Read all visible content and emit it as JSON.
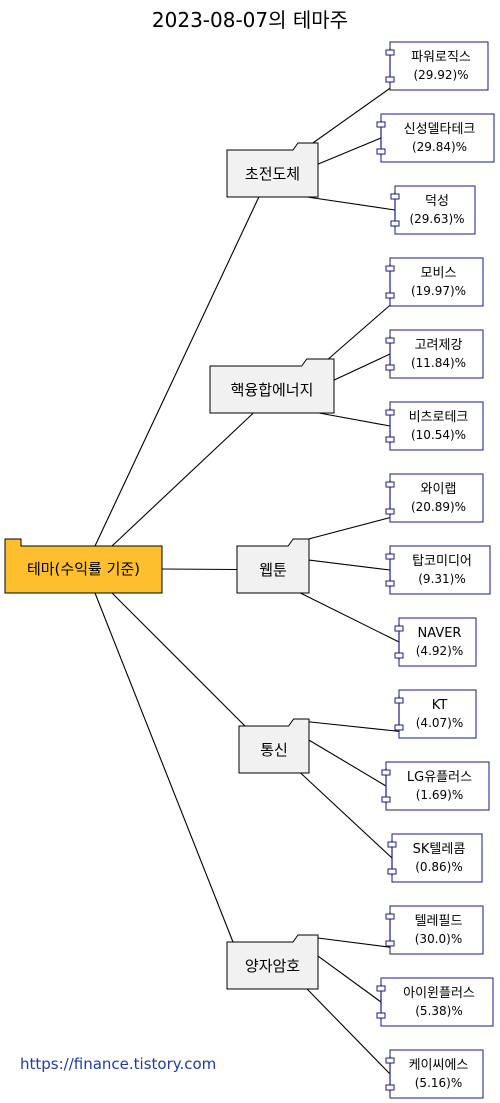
{
  "title": "2023-08-07의 테마주",
  "root": {
    "label": "테마(수익률 기준)"
  },
  "footer": {
    "url": "https://finance.tistory.com"
  },
  "colors": {
    "root_fill": "#fdbf2d",
    "theme_fill": "#f1f1f1",
    "stock_border": "#1a1a8a"
  },
  "themes": [
    {
      "label": "초전도체",
      "stocks": [
        {
          "name": "파워로직스",
          "pct": "(29.92)%"
        },
        {
          "name": "신성델타테크",
          "pct": "(29.84)%"
        },
        {
          "name": "덕성",
          "pct": "(29.63)%"
        }
      ]
    },
    {
      "label": "핵융합에너지",
      "stocks": [
        {
          "name": "모비스",
          "pct": "(19.97)%"
        },
        {
          "name": "고려제강",
          "pct": "(11.84)%"
        },
        {
          "name": "비츠로테크",
          "pct": "(10.54)%"
        }
      ]
    },
    {
      "label": "웹툰",
      "stocks": [
        {
          "name": "와이랩",
          "pct": "(20.89)%"
        },
        {
          "name": "탑코미디어",
          "pct": "(9.31)%"
        },
        {
          "name": "NAVER",
          "pct": "(4.92)%"
        }
      ]
    },
    {
      "label": "통신",
      "stocks": [
        {
          "name": "KT",
          "pct": "(4.07)%"
        },
        {
          "name": "LG유플러스",
          "pct": "(1.69)%"
        },
        {
          "name": "SK텔레콤",
          "pct": "(0.86)%"
        }
      ]
    },
    {
      "label": "양자암호",
      "stocks": [
        {
          "name": "텔레필드",
          "pct": "(30.0)%"
        },
        {
          "name": "아이윈플러스",
          "pct": "(5.38)%"
        },
        {
          "name": "케이씨에스",
          "pct": "(5.16)%"
        }
      ]
    }
  ]
}
